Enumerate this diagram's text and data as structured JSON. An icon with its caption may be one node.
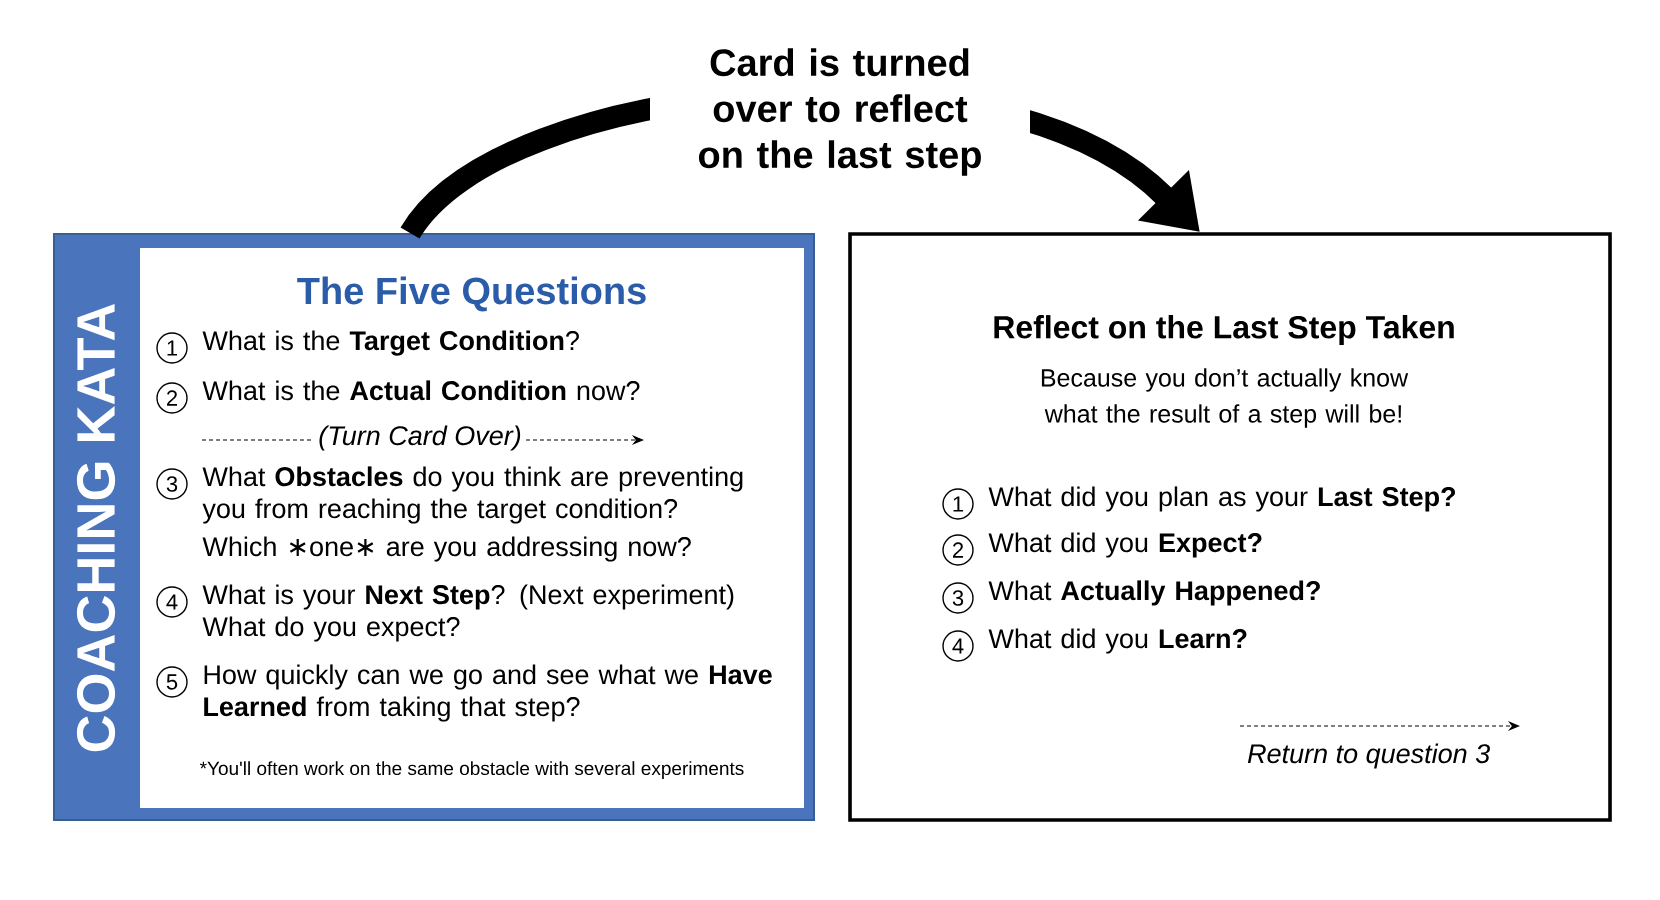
{
  "diagram": {
    "nodes": [
      {
        "text": [
          "COACHING KATA"
        ]
      },
      {
        "text": [
          "The Five Questions",
          "1",
          "What is the **Target Condition**?",
          "2",
          "What is the **Actual Condition** now?",
          "(*Turn Card Over*)",
          "3",
          "What **Obstacles** do you think are preventing you from reaching the target condition?",
          "Which ∗one∗ are you addressing now?",
          "4",
          "What is your **Next Step**? (Next experiment) What do you expect?",
          "5",
          "How quickly can we go and see what we **Have Learned** from taking that step?",
          "*You'll often work on the same obstacle with several experiments"
        ],
        "in": 0
      },
      {
        "text": [
          "Reflect on the Last Step Taken",
          "Because you don’t actually know what the result of a step will be!",
          "1",
          "What did you plan as your **Last Step?**",
          "2",
          "What did you **Expect?**",
          "3",
          "What **Actually Happened?**",
          "4",
          "What did you **Learn?**",
          "Return to question 3"
        ]
      }
    ],
    "edges": [
      {
        "from": 0,
        "to": 2,
        "arrow": "to",
        "label": "Card is turned over to reflect on the last step"
      }
    ]
  }
}
